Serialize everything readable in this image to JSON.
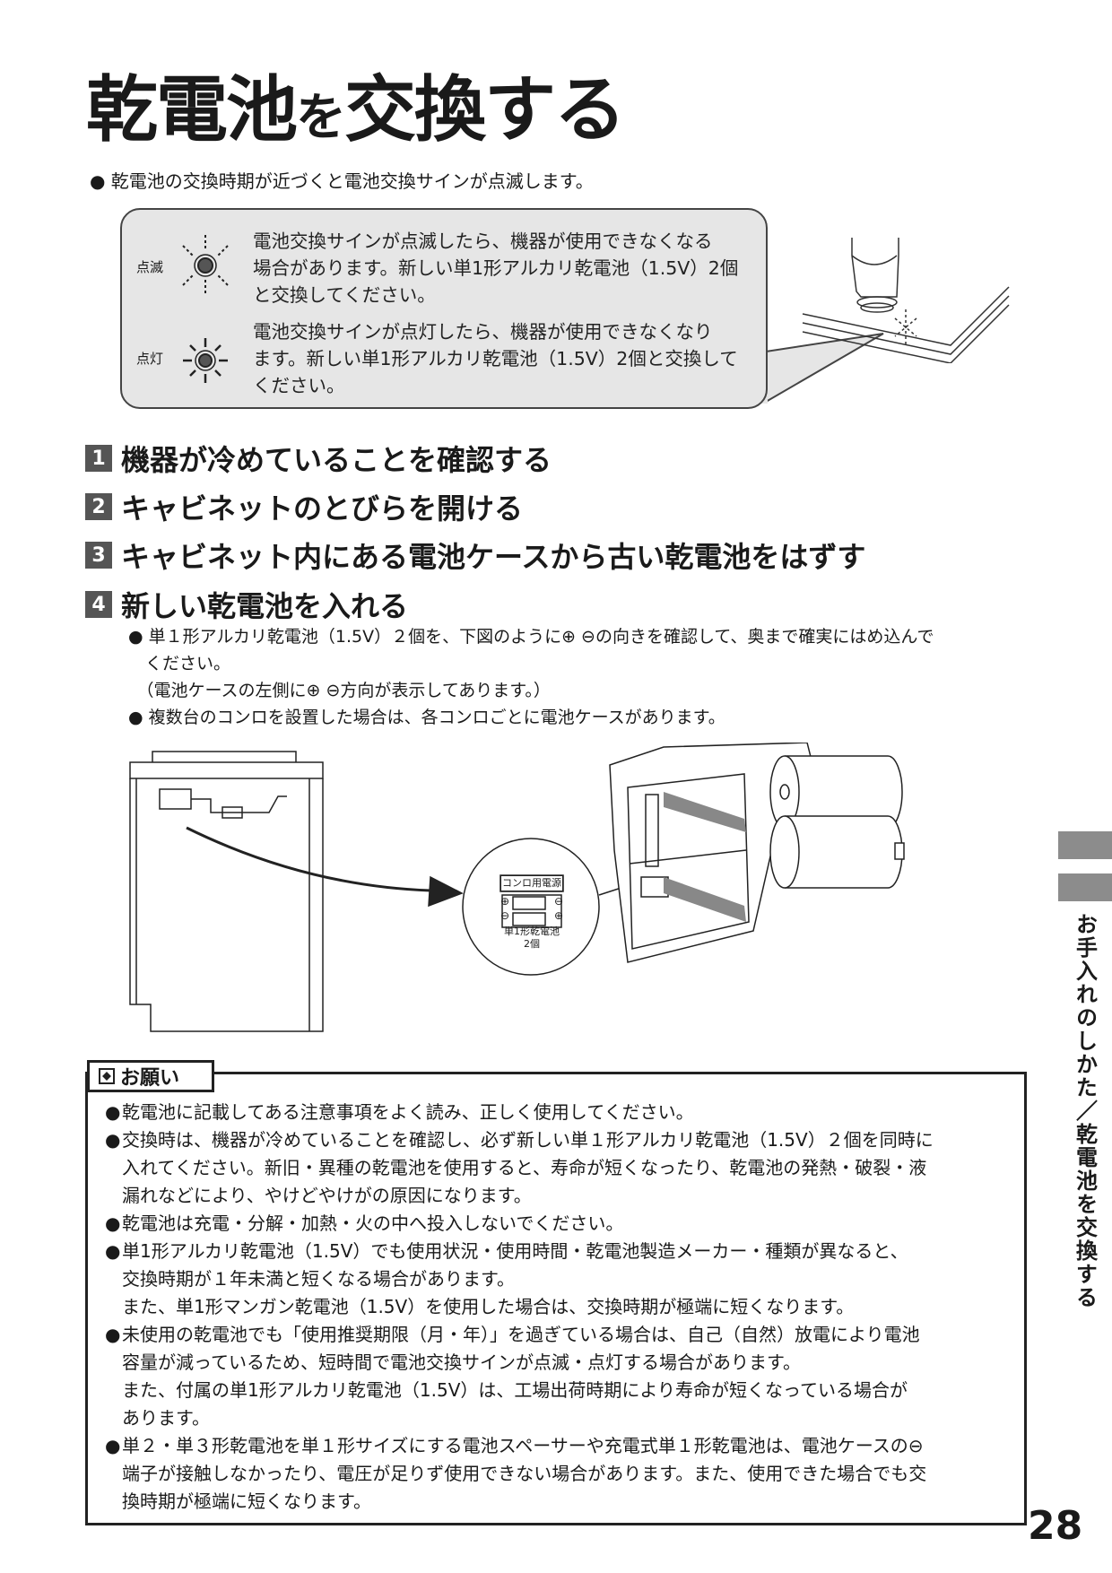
{
  "title": {
    "part1": "乾電池",
    "part2": "を",
    "part3": "交換する"
  },
  "intro": "● 乾電池の交換時期が近づくと電池交換サインが点滅します。",
  "callout": {
    "blink_label": "点滅",
    "blink_lines": [
      "電池交換サインが点滅したら、機器が使用できなくなる",
      "場合があります。新しい単1形アルカリ乾電池（1.5V）2個",
      "と交換してください。"
    ],
    "lit_label": "点灯",
    "lit_lines": [
      "電池交換サインが点灯したら、機器が使用できなくなり",
      "ます。新しい単1形アルカリ乾電池（1.5V）2個と交換して",
      "ください。"
    ]
  },
  "steps": [
    {
      "num": "1",
      "text": "機器が冷めていることを確認する"
    },
    {
      "num": "2",
      "text": "キャビネットのとびらを開ける"
    },
    {
      "num": "3",
      "text": "キャビネット内にある電池ケースから古い乾電池をはずす"
    },
    {
      "num": "4",
      "text": "新しい乾電池を入れる"
    }
  ],
  "step4_notes": [
    "● 単１形アルカリ乾電池（1.5V）２個を、下図のように⊕ ⊖の向きを確認して、奥まで確実にはめ込んで",
    "　ください。",
    "　（電池ケースの左側に⊕ ⊖方向が表示してあります。）",
    "● 複数台のコンロを設置した場合は、各コンロごとに電池ケースがあります。"
  ],
  "diagram": {
    "label_title": "コンロ用電源",
    "label_line1": "単1形乾電池",
    "label_line2": "2個",
    "plus": "⊕",
    "minus": "⊖"
  },
  "onegai": {
    "label": "お願い",
    "items": [
      [
        "乾電池に記載してある注意事項をよく読み、正しく使用してください。"
      ],
      [
        "交換時は、機器が冷めていることを確認し、必ず新しい単１形アルカリ乾電池（1.5V）２個を同時に",
        "入れてください。新旧・異種の乾電池を使用すると、寿命が短くなったり、乾電池の発熱・破裂・液",
        "漏れなどにより、やけどやけがの原因になります。"
      ],
      [
        "乾電池は充電・分解・加熱・火の中へ投入しないでください。"
      ],
      [
        "単1形アルカリ乾電池（1.5V）でも使用状況・使用時間・乾電池製造メーカー・種類が異なると、",
        "交換時期が１年未満と短くなる場合があります。",
        "また、単1形マンガン乾電池（1.5V）を使用した場合は、交換時期が極端に短くなります。"
      ],
      [
        "未使用の乾電池でも「使用推奨期限（月・年）」を過ぎている場合は、自己（自然）放電により電池",
        "容量が減っているため、短時間で電池交換サインが点滅・点灯する場合があります。",
        "また、付属の単1形アルカリ乾電池（1.5V）は、工場出荷時期により寿命が短くなっている場合が",
        "あります。"
      ],
      [
        "単２・単３形乾電池を単１形サイズにする電池スペーサーや充電式単１形乾電池は、電池ケースの⊖",
        "端子が接触しなかったり、電圧が足りず使用できない場合があります。また、使用できた場合でも交",
        "換時期が極端に短くなります。"
      ]
    ]
  },
  "side": {
    "section": "お手入れのしかた／乾電池を交換する"
  },
  "page_number": "28"
}
